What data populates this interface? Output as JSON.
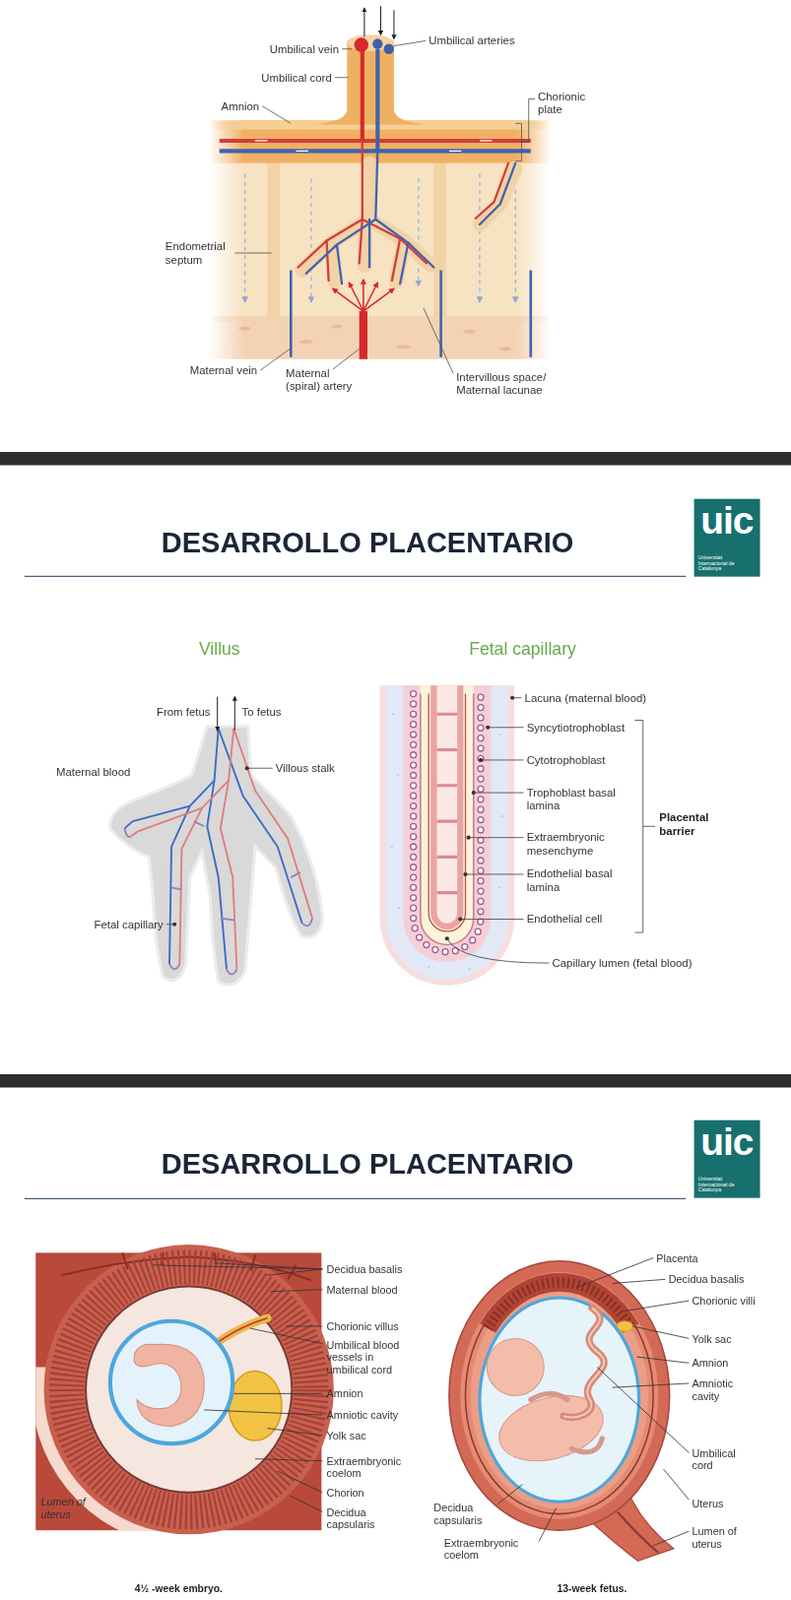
{
  "diagram": {
    "title": "DESARROLLO PLACENTARIO",
    "nodes": [
      {
        "text": [
          "uic",
          "Universitat Internacional de Catalunya"
        ]
      },
      {
        "text": [
          "uic",
          "Universitat Internacional de Catalunya"
        ]
      }
    ],
    "labels": [
      "Umbilical vein",
      "Umbilical arteries",
      "Umbilical cord",
      "Amnion",
      "Chorionic plate",
      "Endometrial septum",
      "Maternal vein",
      "Maternal (spiral) artery",
      "Intervillous space/ Maternal lacunae",
      "Villus",
      "Fetal capillary",
      "From fetus",
      "To fetus",
      "Maternal blood",
      "Villous stalk",
      "Fetal capillary",
      "Lacuna (maternal blood)",
      "Syncytiotrophoblast",
      "Cytotrophoblast",
      "Trophoblast basal lamina",
      "Extraembryonic mesenchyme",
      "Endothelial basal lamina",
      "Endothelial cell",
      "Capillary lumen (fetal blood)",
      "Placental barrier",
      "DESARROLLO PLACENTARIO",
      "Decidua basalis",
      "Maternal blood",
      "Chorionic villus",
      "Umbilical blood vessels in umbilical cord",
      "Amnion",
      "Amniotic cavity",
      "Yolk sac",
      "Extraembryonic coelom",
      "Chorion",
      "Decidua capsularis",
      "Lumen of uterus",
      "4½ -week embryo.",
      "Placenta",
      "Decidua basalis",
      "Chorionic villi",
      "Yolk sac",
      "Amnion",
      "Amniotic cavity",
      "Umbilical cord",
      "Uterus",
      "Lumen of uterus",
      "Decidua capsularis",
      "Extraembryonic coelom",
      "13-week fetus."
    ]
  }
}
